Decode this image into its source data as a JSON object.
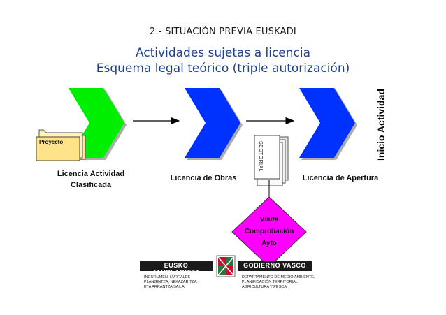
{
  "header": {
    "section_title": "2.- SITUACIÓN PREVIA EUSKADI",
    "title_line1": "Actividades sujetas a licencia",
    "title_line2": "Esquema legal teórico (triple autorización)"
  },
  "diagram": {
    "steps": [
      {
        "label_line1": "Licencia Actividad",
        "label_line2": "Clasificada",
        "color": "#00ee00"
      },
      {
        "label_line1": "Licencia de Obras",
        "label_line2": "",
        "color": "#0033ff"
      },
      {
        "label_line1": "Licencia de Apertura",
        "label_line2": "",
        "color": "#0033ff"
      }
    ],
    "folder_label": "Proyecto",
    "document_label": "SECTORIAL",
    "end_label": "Inicio Actividad",
    "visit": {
      "line1": "Visita",
      "line2": "Comprobación",
      "line3": "Ayto",
      "color": "#ff00ff"
    }
  },
  "footer": {
    "left_org": "EUSKO JAURLARITZA",
    "right_org": "GOBIERNO VASCO",
    "left_dept": [
      "INGURUMEN, LURRALDE",
      "PLANGINTZA, NEKAZARITZA",
      "ETA ARRANTZA SAILA"
    ],
    "right_dept": [
      "DEPARTAMENTO DE MEDIO AMBIENTE,",
      "PLANIFICACIÓN TERRITORIAL,",
      "AGRICULTURA Y PESCA"
    ]
  }
}
